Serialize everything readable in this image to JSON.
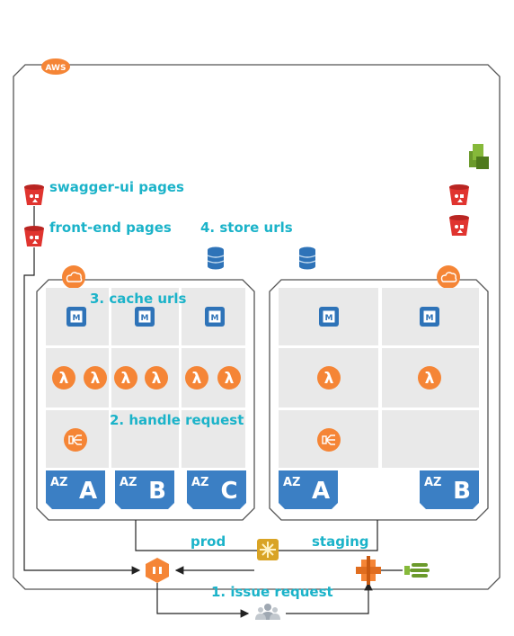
{
  "cloud": {
    "badge": "AWS"
  },
  "labels": {
    "swagger_ui_pages": "swagger-ui pages",
    "front_end_pages": "front-end pages",
    "store_urls": "4. store urls",
    "cache_urls": "3. cache urls",
    "handle_request": "2. handle request",
    "prod": "prod",
    "staging": "staging",
    "issue_request": "1. issue request"
  },
  "zones": {
    "az_prefix": "AZ",
    "prod": [
      "A",
      "B",
      "C"
    ],
    "staging": [
      "A",
      "B"
    ]
  },
  "colors": {
    "label": "#1bb3c9",
    "aws_orange": "#f58536",
    "zone_blue": "#3b7fc4",
    "cell_gray": "#e9e9e9",
    "bucket_red": "#e0342f",
    "dynamo_blue": "#2e73b8",
    "border_gray": "#555555",
    "cloudwatch_green": "#6b9a2b",
    "api_gateway_gold": "#d9a425"
  },
  "icons": {
    "s3": "s3-bucket-icon",
    "dynamodb": "dynamodb-icon",
    "vpc": "vpc-cloud-icon",
    "elasticache": "elasticache-memory-icon",
    "lambda": "lambda-icon",
    "elb": "load-balancer-icon",
    "cloudfront": "cloudfront-icon",
    "api_gateway": "api-gateway-icon",
    "router": "router-icon",
    "cloudwatch": "cloudwatch-icon",
    "users": "users-icon"
  }
}
